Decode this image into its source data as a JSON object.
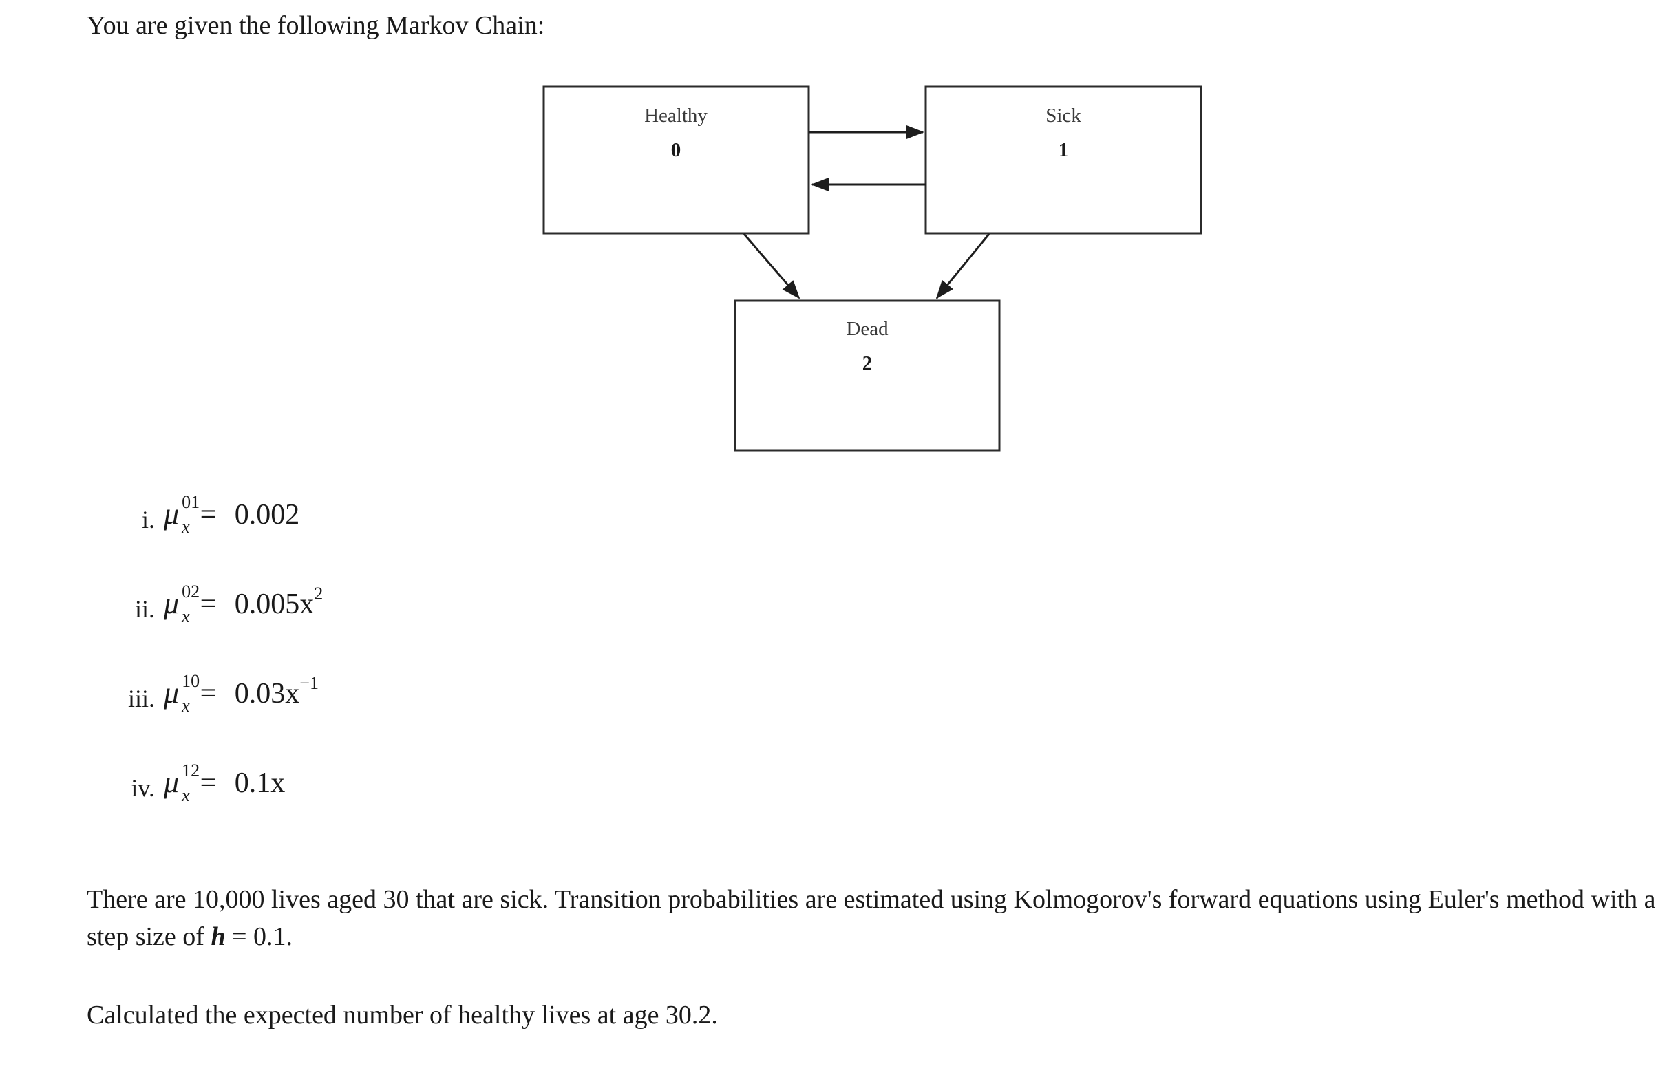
{
  "intro": {
    "text": "You are given the following Markov Chain:"
  },
  "diagram": {
    "title": "markov-chain-state-diagram",
    "nodes": [
      {
        "id": "healthy",
        "label": "Healthy",
        "index": "0"
      },
      {
        "id": "sick",
        "label": "Sick",
        "index": "1"
      },
      {
        "id": "dead",
        "label": "Dead",
        "index": "2"
      }
    ],
    "edges": [
      {
        "id": "healthy-to-sick",
        "from": "Healthy",
        "to": "Sick"
      },
      {
        "id": "sick-to-healthy",
        "from": "Sick",
        "to": "Healthy"
      },
      {
        "id": "healthy-to-dead",
        "from": "Healthy",
        "to": "Dead"
      },
      {
        "id": "sick-to-dead",
        "from": "Sick",
        "to": "Dead"
      }
    ],
    "stroke_color": "#2b2b2b"
  },
  "formulas": [
    {
      "marker": "i.",
      "symbol": "μ",
      "superscript": "01",
      "subscript": "x",
      "equals": "=",
      "value": "0.002",
      "value_exponent": "",
      "plain": "μ_x^{01} = 0.002"
    },
    {
      "marker": "ii.",
      "symbol": "μ",
      "superscript": "02",
      "subscript": "x",
      "equals": "=",
      "value": "0.005x",
      "value_exponent": "2",
      "plain": "μ_x^{02} = 0.005x^2"
    },
    {
      "marker": "iii.",
      "symbol": "μ",
      "superscript": "10",
      "subscript": "x",
      "equals": "=",
      "value": "0.03x",
      "value_exponent": "−1",
      "plain": "μ_x^{10} = 0.03x^{−1}"
    },
    {
      "marker": "iv.",
      "symbol": "μ",
      "superscript": "12",
      "subscript": "x",
      "equals": "=",
      "value": "0.1x",
      "value_exponent": "",
      "plain": "μ_x^{12} = 0.1x"
    }
  ],
  "paragraphs": {
    "p1_before": "There are 10,000 lives aged 30 that are sick. Transition probabilities are estimated using Kolmogorov's forward equations using Euler's method with a step size of ",
    "p1_symbol": "h",
    "p1_equation": " = 0.1.",
    "p2": "Calculated the expected number of healthy lives at age 30.2."
  }
}
